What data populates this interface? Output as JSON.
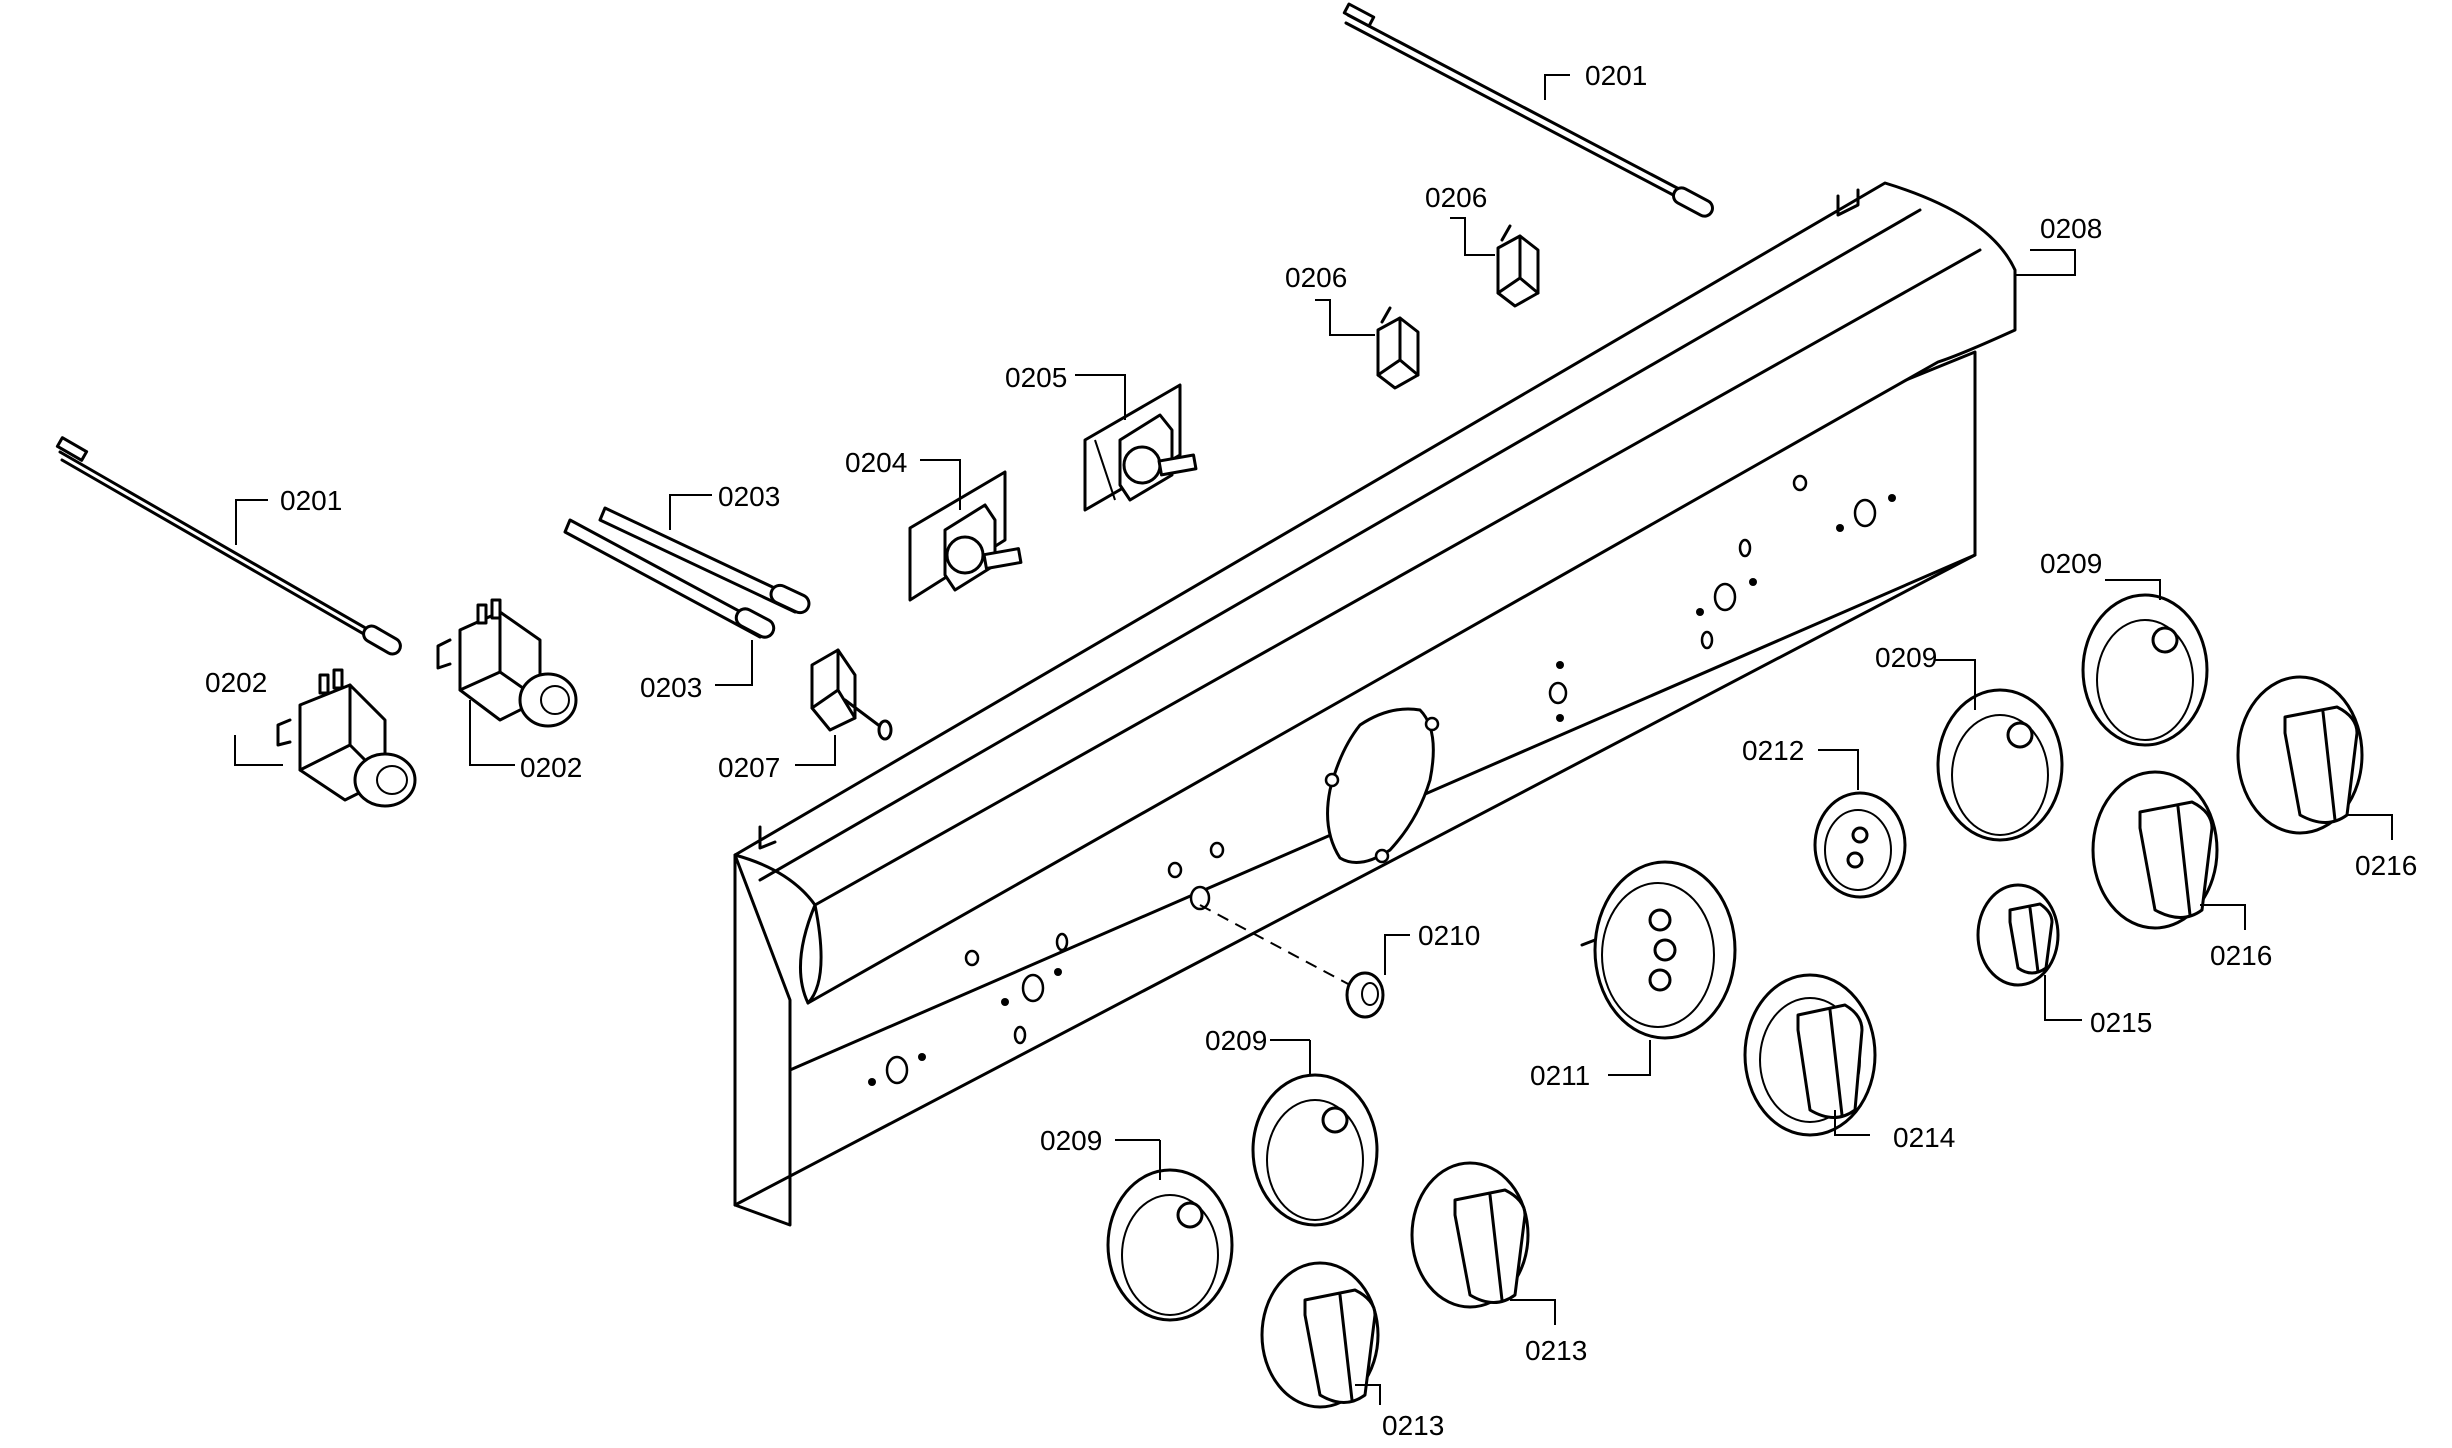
{
  "labels": [
    {
      "id": "c1",
      "text": "0201"
    },
    {
      "id": "c2",
      "text": "0201"
    },
    {
      "id": "c3",
      "text": "0202"
    },
    {
      "id": "c4",
      "text": "0202"
    },
    {
      "id": "c5",
      "text": "0203"
    },
    {
      "id": "c6",
      "text": "0203"
    },
    {
      "id": "c7",
      "text": "0204"
    },
    {
      "id": "c8",
      "text": "0205"
    },
    {
      "id": "c9",
      "text": "0206"
    },
    {
      "id": "c10",
      "text": "0206"
    },
    {
      "id": "c11",
      "text": "0207"
    },
    {
      "id": "c12",
      "text": "0208"
    },
    {
      "id": "c13",
      "text": "0209"
    },
    {
      "id": "c14",
      "text": "0209"
    },
    {
      "id": "c15",
      "text": "0209"
    },
    {
      "id": "c16",
      "text": "0209"
    },
    {
      "id": "c17",
      "text": "0210"
    },
    {
      "id": "c18",
      "text": "0211"
    },
    {
      "id": "c19",
      "text": "0212"
    },
    {
      "id": "c20",
      "text": "0213"
    },
    {
      "id": "c21",
      "text": "0213"
    },
    {
      "id": "c22",
      "text": "0214"
    },
    {
      "id": "c23",
      "text": "0215"
    },
    {
      "id": "c24",
      "text": "0216"
    },
    {
      "id": "c25",
      "text": "0216"
    }
  ]
}
